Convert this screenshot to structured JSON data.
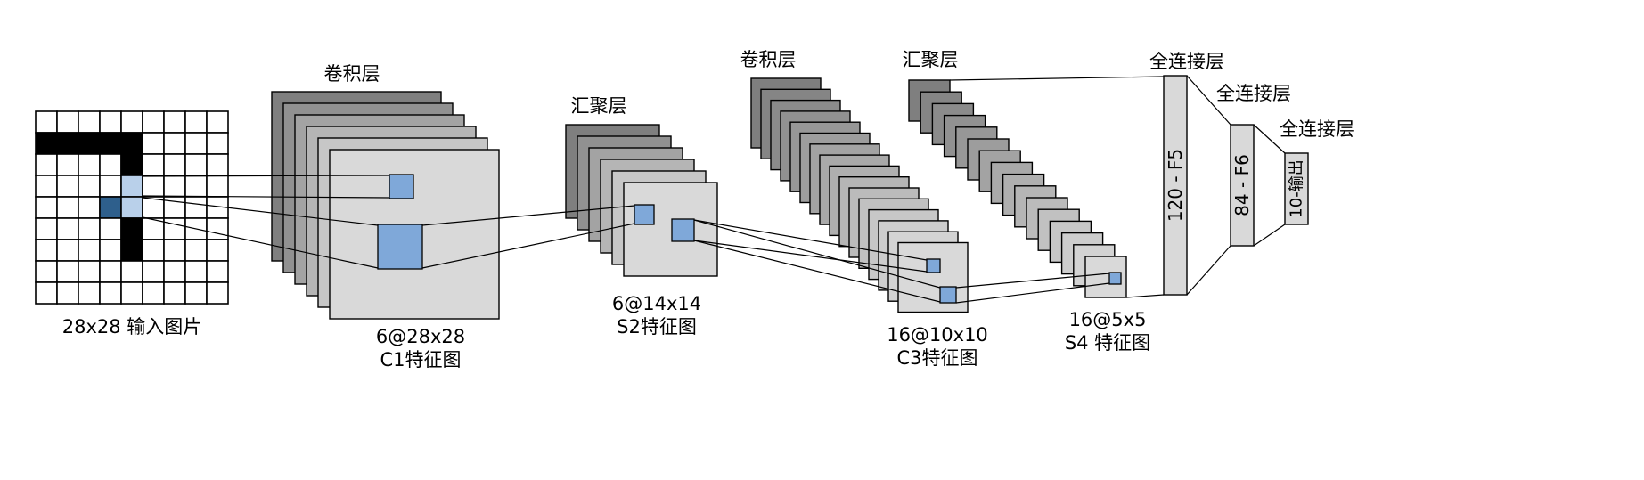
{
  "diagram": {
    "input": {
      "caption": "28x28 输入图片",
      "grid": [
        ".........",
        "BBBBB....",
        "....B....",
        "....L....",
        "...DL....",
        "....B....",
        "....B....",
        ".........",
        "........."
      ]
    },
    "c1": {
      "top_label": "卷积层",
      "size_label": "6@28x28",
      "name_label": "C1特征图",
      "num_maps": 6
    },
    "s2": {
      "top_label": "汇聚层",
      "size_label": "6@14x14",
      "name_label": "S2特征图",
      "num_maps": 6
    },
    "c3": {
      "top_label": "卷积层",
      "size_label": "16@10x10",
      "name_label": "C3特征图",
      "num_maps": 16
    },
    "s4": {
      "top_label": "汇聚层",
      "size_label": "16@5x5",
      "name_label": "S4 特征图",
      "num_maps": 16
    },
    "f5": {
      "top_label": "全连接层",
      "bar_label": "120 - F5"
    },
    "f6": {
      "top_label": "全连接层",
      "bar_label": "84 - F6"
    },
    "out": {
      "top_label": "全连接层",
      "bar_label": "10-输出"
    }
  },
  "colors": {
    "background": "#ffffff",
    "cell_black": "#000000",
    "cell_light_blue": "#b9d0ea",
    "cell_dark_blue": "#2e5f8c",
    "highlight_blue": "#7fa8d9",
    "stack_dark": "#7f7f7f",
    "stack_light": "#d9d9d9",
    "fc_bar_fill": "#d9d9d9",
    "stroke": "#000000"
  }
}
